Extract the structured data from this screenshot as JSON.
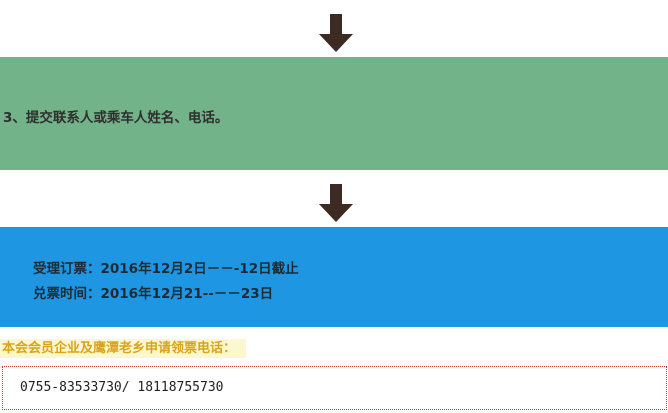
{
  "colors": {
    "arrow": "#3d2a22",
    "step3_bg": "#73b38a",
    "booking_bg": "#1f96e2",
    "apply_title_text": "#d9a41c",
    "apply_title_bg": "#fdf7cf",
    "phone_border": "#c0392b"
  },
  "icons": {
    "arrow": "arrow-down-icon"
  },
  "step3": {
    "text": "3、提交联系人或乘车人姓名、电话。"
  },
  "booking": {
    "line1": "受理订票：2016年12月2日－－-12日截止",
    "line2": "兑票时间：2016年12月21--－－23日"
  },
  "apply": {
    "title": "本会会员企业及鹰潭老乡申请领票电话：",
    "phone": "0755-83533730/ 18118755730"
  }
}
